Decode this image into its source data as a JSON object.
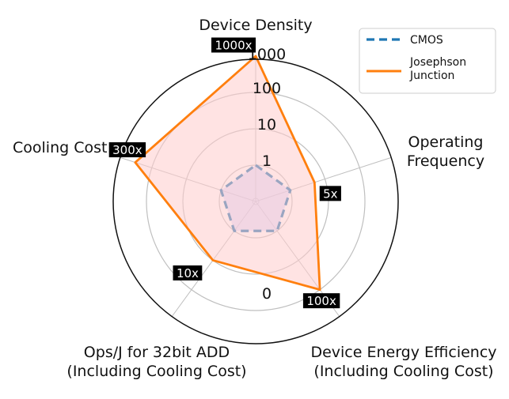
{
  "chart_data": {
    "type": "radar",
    "axes": [
      {
        "label": [
          "Device Density"
        ],
        "value": 1000,
        "badge": "1000x"
      },
      {
        "label": [
          "Operating",
          "Frequency"
        ],
        "value": 5,
        "badge": "5x"
      },
      {
        "label": [
          "Device Energy Efficiency",
          "(Including Cooling Cost)"
        ],
        "value": 100,
        "badge": "100x"
      },
      {
        "label": [
          "Ops/J for 32bit ADD",
          "(Including Cooling Cost)"
        ],
        "value": 10,
        "badge": "10x"
      },
      {
        "label": [
          "Cooling Cost"
        ],
        "value": 300,
        "badge": "300x"
      }
    ],
    "radial_scale": "log",
    "radial_ticks": [
      "0",
      "1",
      "10",
      "100",
      "1000"
    ],
    "series": [
      {
        "name": "CMOS",
        "values": [
          1,
          1,
          1,
          1,
          1
        ],
        "color": "#1f77b4",
        "fill": "#ccccff",
        "style": "dashed"
      },
      {
        "name": "Josephson Junction",
        "values": [
          1000,
          5,
          100,
          10,
          300
        ],
        "color": "#ff7f0e",
        "fill": "#ffcccc",
        "style": "solid"
      }
    ],
    "legend": {
      "position": "top-right",
      "entries": [
        "CMOS",
        [
          "Josephson",
          "Junction"
        ]
      ]
    },
    "grid": true
  }
}
